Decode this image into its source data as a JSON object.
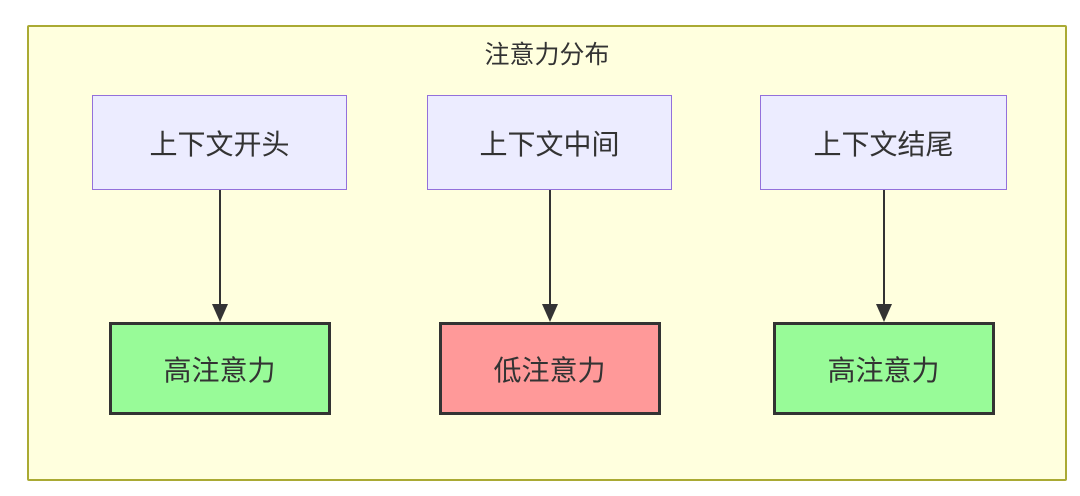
{
  "diagram": {
    "title": "注意力分布",
    "columns": [
      {
        "source": "上下文开头",
        "target": "高注意力",
        "level": "high"
      },
      {
        "source": "上下文中间",
        "target": "低注意力",
        "level": "low"
      },
      {
        "source": "上下文结尾",
        "target": "高注意力",
        "level": "high"
      }
    ],
    "colors": {
      "container_fill": "#ffffde",
      "container_border": "#aaaa33",
      "source_fill": "#ECECFF",
      "source_border": "#9370DB",
      "high_fill": "#98fb98",
      "low_fill": "#ff9999",
      "target_border": "#333333",
      "arrow": "#333333",
      "text": "#333333"
    }
  }
}
